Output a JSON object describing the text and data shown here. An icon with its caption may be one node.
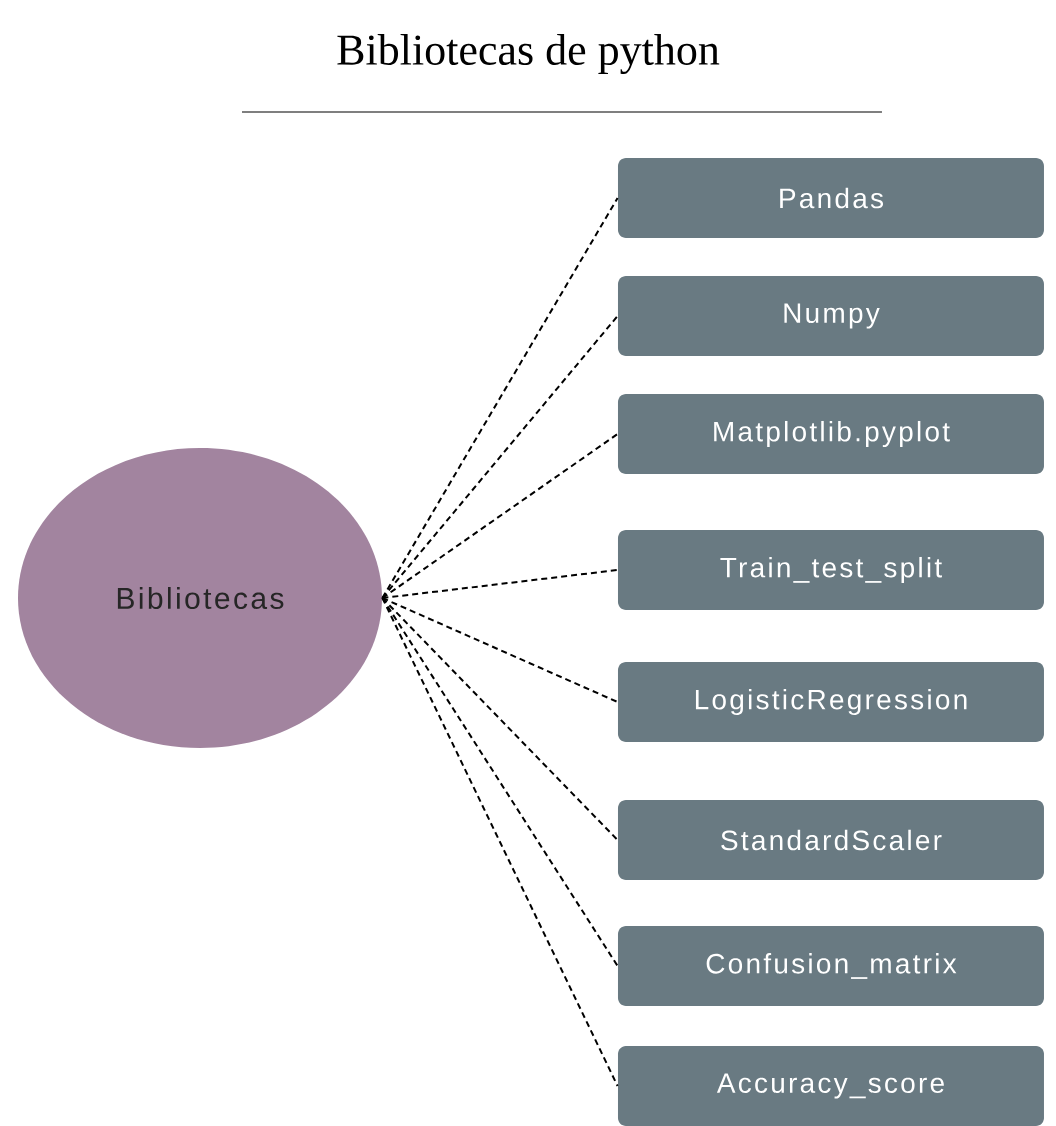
{
  "diagram": {
    "title": "Bibliotecas de python",
    "nodes": [
      {
        "text": [
          "Bibliotecas"
        ]
      },
      {
        "text": [
          "Pandas"
        ]
      },
      {
        "text": [
          "Numpy"
        ]
      },
      {
        "text": [
          "Matplotlib.pyplot"
        ]
      },
      {
        "text": [
          "Train_test_split"
        ]
      },
      {
        "text": [
          "LogisticRegression"
        ]
      },
      {
        "text": [
          "StandardScaler"
        ]
      },
      {
        "text": [
          "Confusion_matrix"
        ]
      },
      {
        "text": [
          "Accuracy_score"
        ]
      }
    ],
    "edges": [
      {
        "from": 0,
        "to": 1,
        "arrow": "none",
        "style": "dashed"
      },
      {
        "from": 0,
        "to": 2,
        "arrow": "none",
        "style": "dashed"
      },
      {
        "from": 0,
        "to": 3,
        "arrow": "none",
        "style": "dashed"
      },
      {
        "from": 0,
        "to": 4,
        "arrow": "none",
        "style": "dashed"
      },
      {
        "from": 0,
        "to": 5,
        "arrow": "none",
        "style": "dashed"
      },
      {
        "from": 0,
        "to": 6,
        "arrow": "none",
        "style": "dashed"
      },
      {
        "from": 0,
        "to": 7,
        "arrow": "none",
        "style": "dashed"
      },
      {
        "from": 0,
        "to": 8,
        "arrow": "none",
        "style": "dashed"
      }
    ]
  }
}
